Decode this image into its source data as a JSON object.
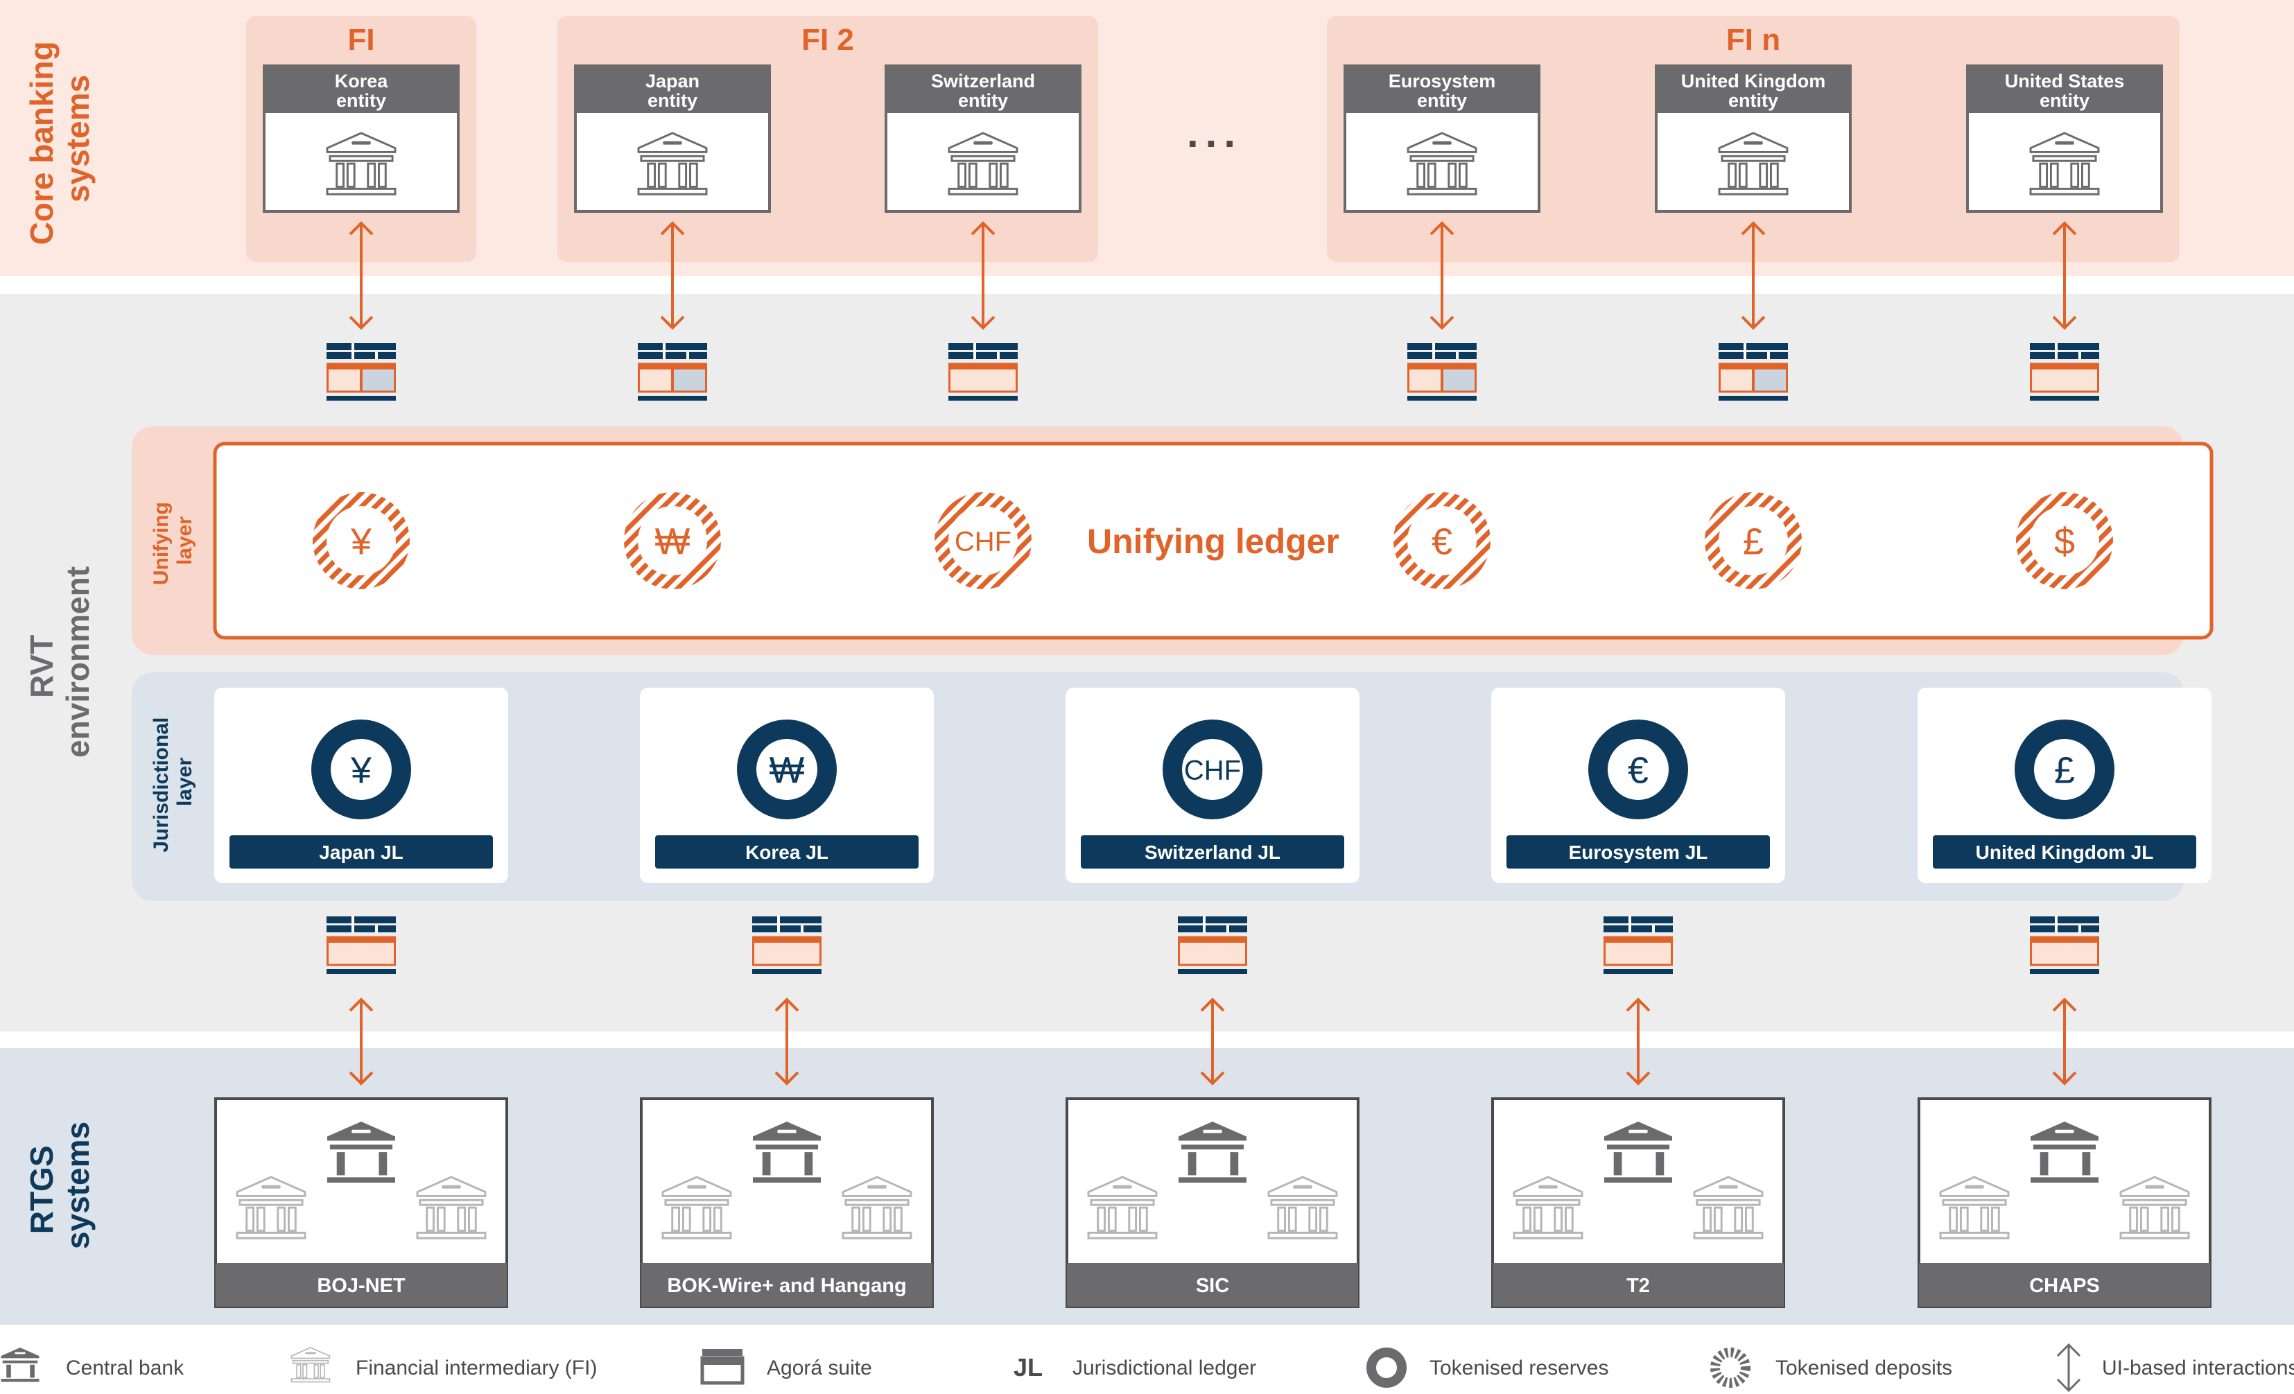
{
  "colors": {
    "orange": "#e0632a",
    "orange_band": "#fbe9e2",
    "orange_panel": "#f8d8cc",
    "grey_band": "#ededed",
    "blue_band": "#dde3ea",
    "navy": "#0d3a5c",
    "header_grey": "#6b6b6e",
    "icon_grey": "#b5b5b5",
    "rtgs_border": "#4a4a4c"
  },
  "layers": {
    "core_banking": [
      "Core banking",
      "systems"
    ],
    "rvt": [
      "RVT",
      "environment"
    ],
    "unifying": [
      "Unifying",
      "layer"
    ],
    "jurisdictional": [
      "Jurisdictional",
      "layer"
    ],
    "rtgs": [
      "RTGS",
      "systems"
    ]
  },
  "fi_groups": [
    {
      "title": "FI",
      "entities": [
        {
          "line1": "Korea",
          "line2": "entity"
        }
      ]
    },
    {
      "title": "FI 2",
      "entities": [
        {
          "line1": "Japan",
          "line2": "entity"
        },
        {
          "line1": "Switzerland",
          "line2": "entity"
        }
      ]
    },
    {
      "title": "FI n",
      "entities": [
        {
          "line1": "Eurosystem",
          "line2": "entity"
        },
        {
          "line1": "United Kingdom",
          "line2": "entity"
        },
        {
          "line1": "United States",
          "line2": "entity"
        }
      ]
    }
  ],
  "ellipsis": "...",
  "unifying_ledger": {
    "title": "Unifying ledger",
    "tokens": [
      "¥",
      "₩",
      "CHF",
      "€",
      "£",
      "$"
    ]
  },
  "jurisdictional_ledgers": [
    {
      "symbol": "¥",
      "label": "Japan JL"
    },
    {
      "symbol": "₩",
      "label": "Korea JL"
    },
    {
      "symbol": "CHF",
      "label": "Switzerland JL"
    },
    {
      "symbol": "€",
      "label": "Eurosystem JL"
    },
    {
      "symbol": "£",
      "label": "United Kingdom JL"
    }
  ],
  "rtgs_systems": [
    "BOJ-NET",
    "BOK-Wire+ and Hangang",
    "SIC",
    "T2",
    "CHAPS"
  ],
  "legend": {
    "central_bank": {
      "icon": "central-bank-icon",
      "label": "Central bank"
    },
    "fi": {
      "icon": "financial-intermediary-icon",
      "label": "Financial intermediary (FI)"
    },
    "agora": {
      "icon": "agora-suite-icon",
      "label": "Agorá suite"
    },
    "jl": {
      "icon_text": "JL",
      "label": "Jurisdictional ledger"
    },
    "reserves": {
      "icon": "tokenised-reserves-icon",
      "label": "Tokenised reserves"
    },
    "deposits": {
      "icon": "tokenised-deposits-icon",
      "label": "Tokenised deposits"
    },
    "ui": {
      "icon": "double-arrow-icon",
      "label": "UI-based interactions"
    }
  }
}
